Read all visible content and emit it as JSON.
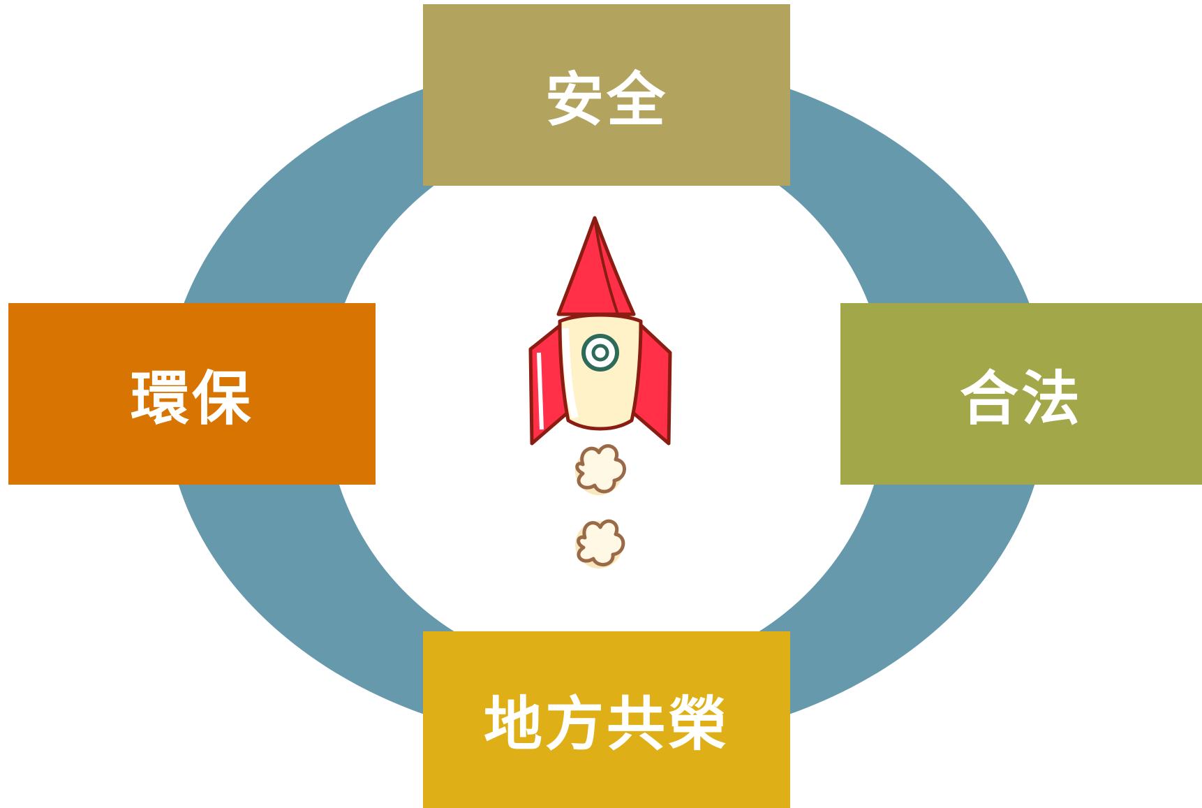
{
  "diagram": {
    "ring_color": "#6699ab",
    "boxes": {
      "top": {
        "label": "安全",
        "color": "#b2a35e"
      },
      "left": {
        "label": "環保",
        "color": "#d87402"
      },
      "right": {
        "label": "合法",
        "color": "#a2a84a"
      },
      "bottom": {
        "label": "地方共榮",
        "color": "#deaf16"
      }
    },
    "center_icon": "rocket-icon"
  }
}
